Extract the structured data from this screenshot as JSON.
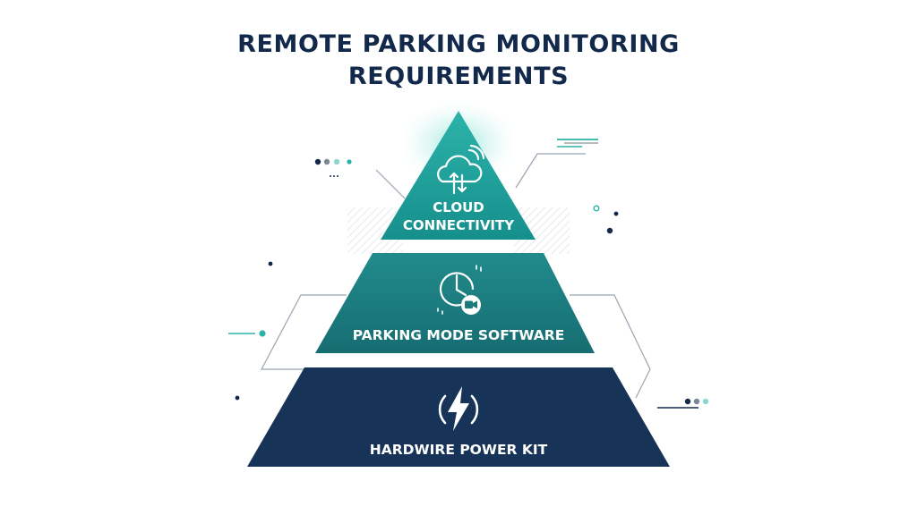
{
  "title": {
    "line1": "REMOTE PARKING MONITORING",
    "line2": "REQUIREMENTS"
  },
  "tiers": [
    {
      "label_line1": "CLOUD",
      "label_line2": "CONNECTIVITY",
      "icon": "cloud-sync-icon",
      "color": "#1c9a94"
    },
    {
      "label": "PARKING MODE SOFTWARE",
      "icon": "clock-camera-icon",
      "color": "#1b7c7e"
    },
    {
      "label": "HARDWIRE POWER KIT",
      "icon": "lightning-bolt-icon",
      "color": "#173458"
    }
  ],
  "colors": {
    "title": "#13294b",
    "accent_teal": "#2bb3a8",
    "decor_gray": "#9aa5b1"
  }
}
